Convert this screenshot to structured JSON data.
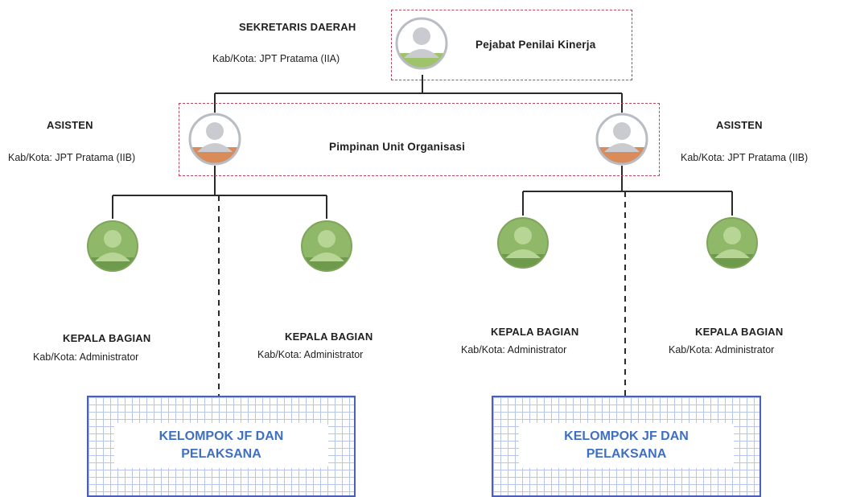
{
  "top": {
    "title": "SEKRETARIS DAERAH",
    "subtitle": "Kab/Kota: JPT Pratama (IIA)",
    "box_label": "Pejabat Penilai Kinerja"
  },
  "middle": {
    "box_label": "Pimpinan Unit Organisasi",
    "left": {
      "title": "ASISTEN",
      "subtitle": "Kab/Kota: JPT Pratama (IIB)"
    },
    "right": {
      "title": "ASISTEN",
      "subtitle": "Kab/Kota: JPT Pratama (IIB)"
    }
  },
  "heads": [
    {
      "title": "KEPALA BAGIAN",
      "subtitle": "Kab/Kota: Administrator"
    },
    {
      "title": "KEPALA BAGIAN",
      "subtitle": "Kab/Kota: Administrator"
    },
    {
      "title": "KEPALA BAGIAN",
      "subtitle": "Kab/Kota: Administrator"
    },
    {
      "title": "KEPALA BAGIAN",
      "subtitle": "Kab/Kota: Administrator"
    }
  ],
  "groups": [
    {
      "line1": "KELOMPOK JF DAN",
      "line2": "PELAKSANA"
    },
    {
      "line1": "KELOMPOK JF DAN",
      "line2": "PELAKSANA"
    }
  ],
  "colors": {
    "dash_border": "#b5485e",
    "top_avatar": "#9ec36a",
    "asisten_avatar": "#d98b5a",
    "head_avatar": "#8fb869",
    "group_text": "#3f6fc2",
    "group_border": "#4a5fb8"
  }
}
